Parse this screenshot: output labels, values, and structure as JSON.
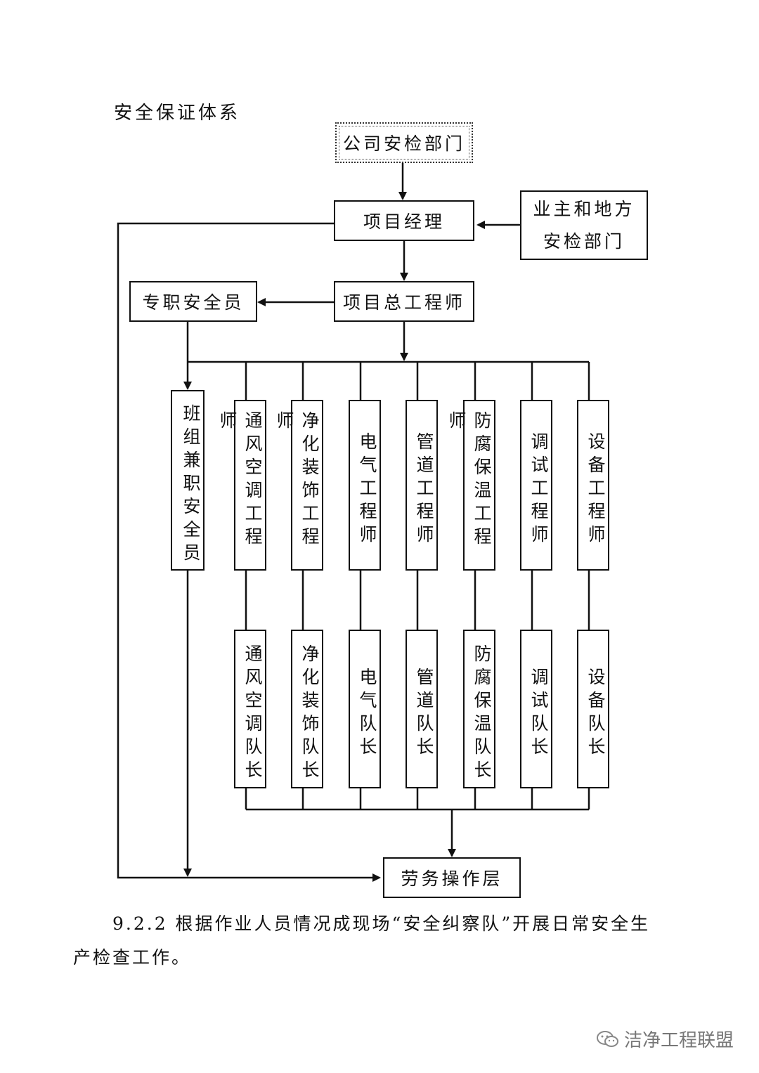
{
  "heading": "安全保证体系",
  "nodes": {
    "company_dept": "公司安检部门",
    "project_manager": "项目经理",
    "owner_line1": "业主和地方",
    "owner_line2": "安检部门",
    "chief_engineer": "项目总工程师",
    "full_time_officer": "专职安全员",
    "team_officer": "班组兼职安全员",
    "engineers": [
      "通风空调工程师",
      "净化装饰工程师",
      "电气工程师",
      "管道工程师",
      "防腐保温工程师",
      "调试工程师",
      "设备工程师"
    ],
    "captains": [
      "通风空调队长",
      "净化装饰队长",
      "电气队长",
      "管道队长",
      "防腐保温队长",
      "调试队长",
      "设备队长"
    ],
    "labor_layer": "劳务操作层"
  },
  "paragraph": {
    "line1": "9.2.2 根据作业人员情况成现场“安全纠察队”开展日常安全生",
    "line2": "产检查工作。"
  },
  "watermark": "洁净工程联盟",
  "colors": {
    "line": "#111111",
    "watermark": "#777777"
  }
}
